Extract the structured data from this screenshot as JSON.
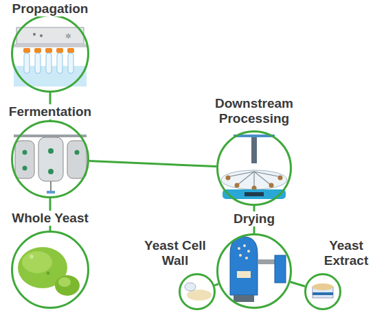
{
  "diagram": {
    "nodes": [
      {
        "text": [
          "Propagation"
        ]
      },
      {
        "text": [
          "Fermentation"
        ]
      },
      {
        "text": [
          "Whole Yeast"
        ]
      },
      {
        "text": [
          "Downstream Processing"
        ]
      },
      {
        "text": [
          "Drying"
        ]
      },
      {
        "text": [
          "Yeast Cell Wall"
        ]
      },
      {
        "text": [
          "Yeast Extract"
        ]
      }
    ],
    "edges": [
      {
        "from": 0,
        "to": 1,
        "arrow": "none"
      },
      {
        "from": 1,
        "to": 2,
        "arrow": "none"
      },
      {
        "from": 1,
        "to": 3,
        "arrow": "none"
      },
      {
        "from": 3,
        "to": 4,
        "arrow": "none"
      },
      {
        "from": 4,
        "to": 5,
        "arrow": "none"
      },
      {
        "from": 4,
        "to": 6,
        "arrow": "none"
      }
    ]
  }
}
